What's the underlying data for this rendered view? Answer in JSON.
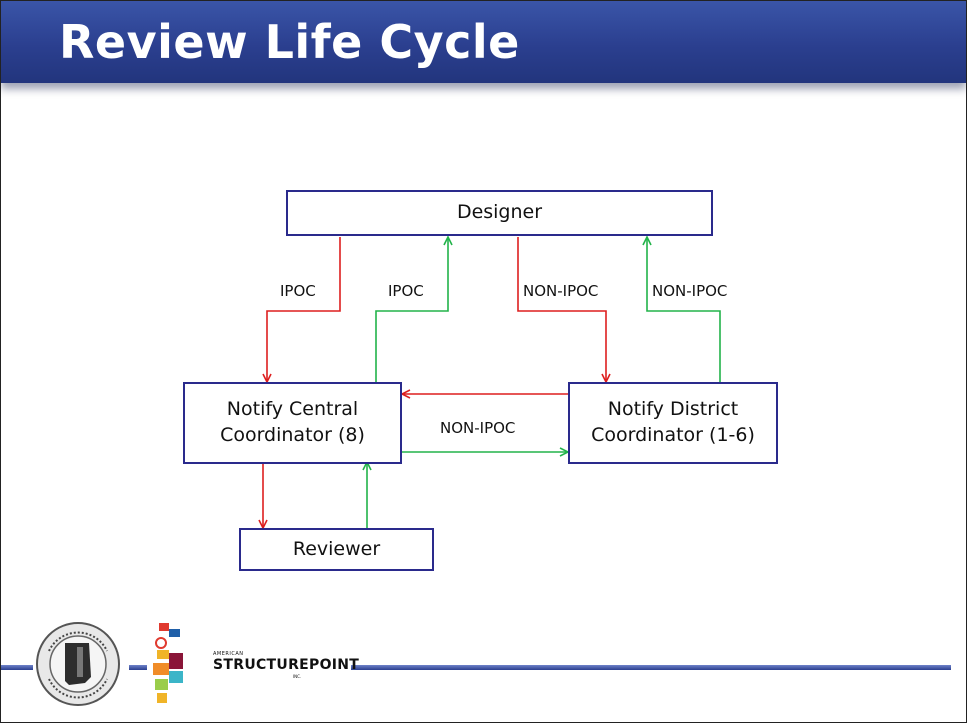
{
  "title": "Review Life Cycle",
  "nodes": {
    "designer": "Designer",
    "central": "Notify Central\nCoordinator (8)",
    "district": "Notify District\nCoordinator (1-6)",
    "reviewer": "Reviewer"
  },
  "edge_labels": {
    "ipoc_down": "IPOC",
    "ipoc_up": "IPOC",
    "nonipoc_down": "NON-IPOC",
    "nonipoc_up": "NON-IPOC",
    "nonipoc_central_to_district": "NON-IPOC"
  },
  "colors": {
    "request": "#dd1f1f",
    "response": "#22b34a",
    "title_bar": "#2b3f8f"
  },
  "logos": {
    "seal": "INDIANA DEPARTMENT OF TRANSPORTATION",
    "company_small": "AMERICAN",
    "company": "STRUCTUREPOINT",
    "company_suffix": "INC."
  }
}
